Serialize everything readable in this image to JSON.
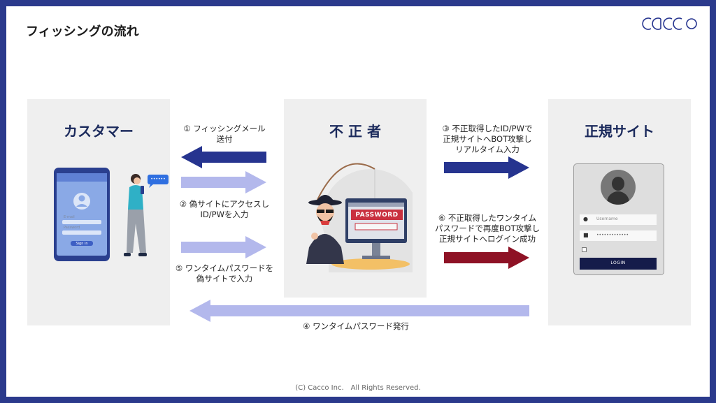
{
  "title": "フィッシングの流れ",
  "logo_text": "cacco",
  "panels": {
    "customer": "カスタマー",
    "attacker": "不 正 者",
    "site": "正規サイト"
  },
  "steps": {
    "s1": [
      "① フィッシングメール",
      "送付"
    ],
    "s2": [
      "② 偽サイトにアクセスし",
      "ID/PWを入力"
    ],
    "s3": [
      "③ 不正取得したID/PWで",
      "正規サイトへBOT攻撃し",
      "リアルタイム入力"
    ],
    "s4": "④ ワンタイムパスワード発行",
    "s5": [
      "⑤ ワンタイムパスワードを",
      "偽サイトで入力"
    ],
    "s6": [
      "⑥ 不正取得したワンタイム",
      "パスワードで再度BOT攻撃し",
      "正規サイトへログイン成功"
    ]
  },
  "phone": {
    "email_label": "E-mail",
    "password_label": "Password",
    "signin_label": "Sign in",
    "bubble_text": "••••••"
  },
  "attacker_sign": "PASSWORD",
  "login_form": {
    "username_placeholder": "Username",
    "password_value": "•••••••••••••",
    "login_label": "LOGIN"
  },
  "footer": "(C) Cacco Inc.　All Rights Reserved.",
  "colors": {
    "frame": "#2b3a8c",
    "arrow_dark": "#26348f",
    "arrow_light": "#b3b8ec",
    "arrow_red": "#8e1225",
    "panel_bg": "#efefef"
  }
}
